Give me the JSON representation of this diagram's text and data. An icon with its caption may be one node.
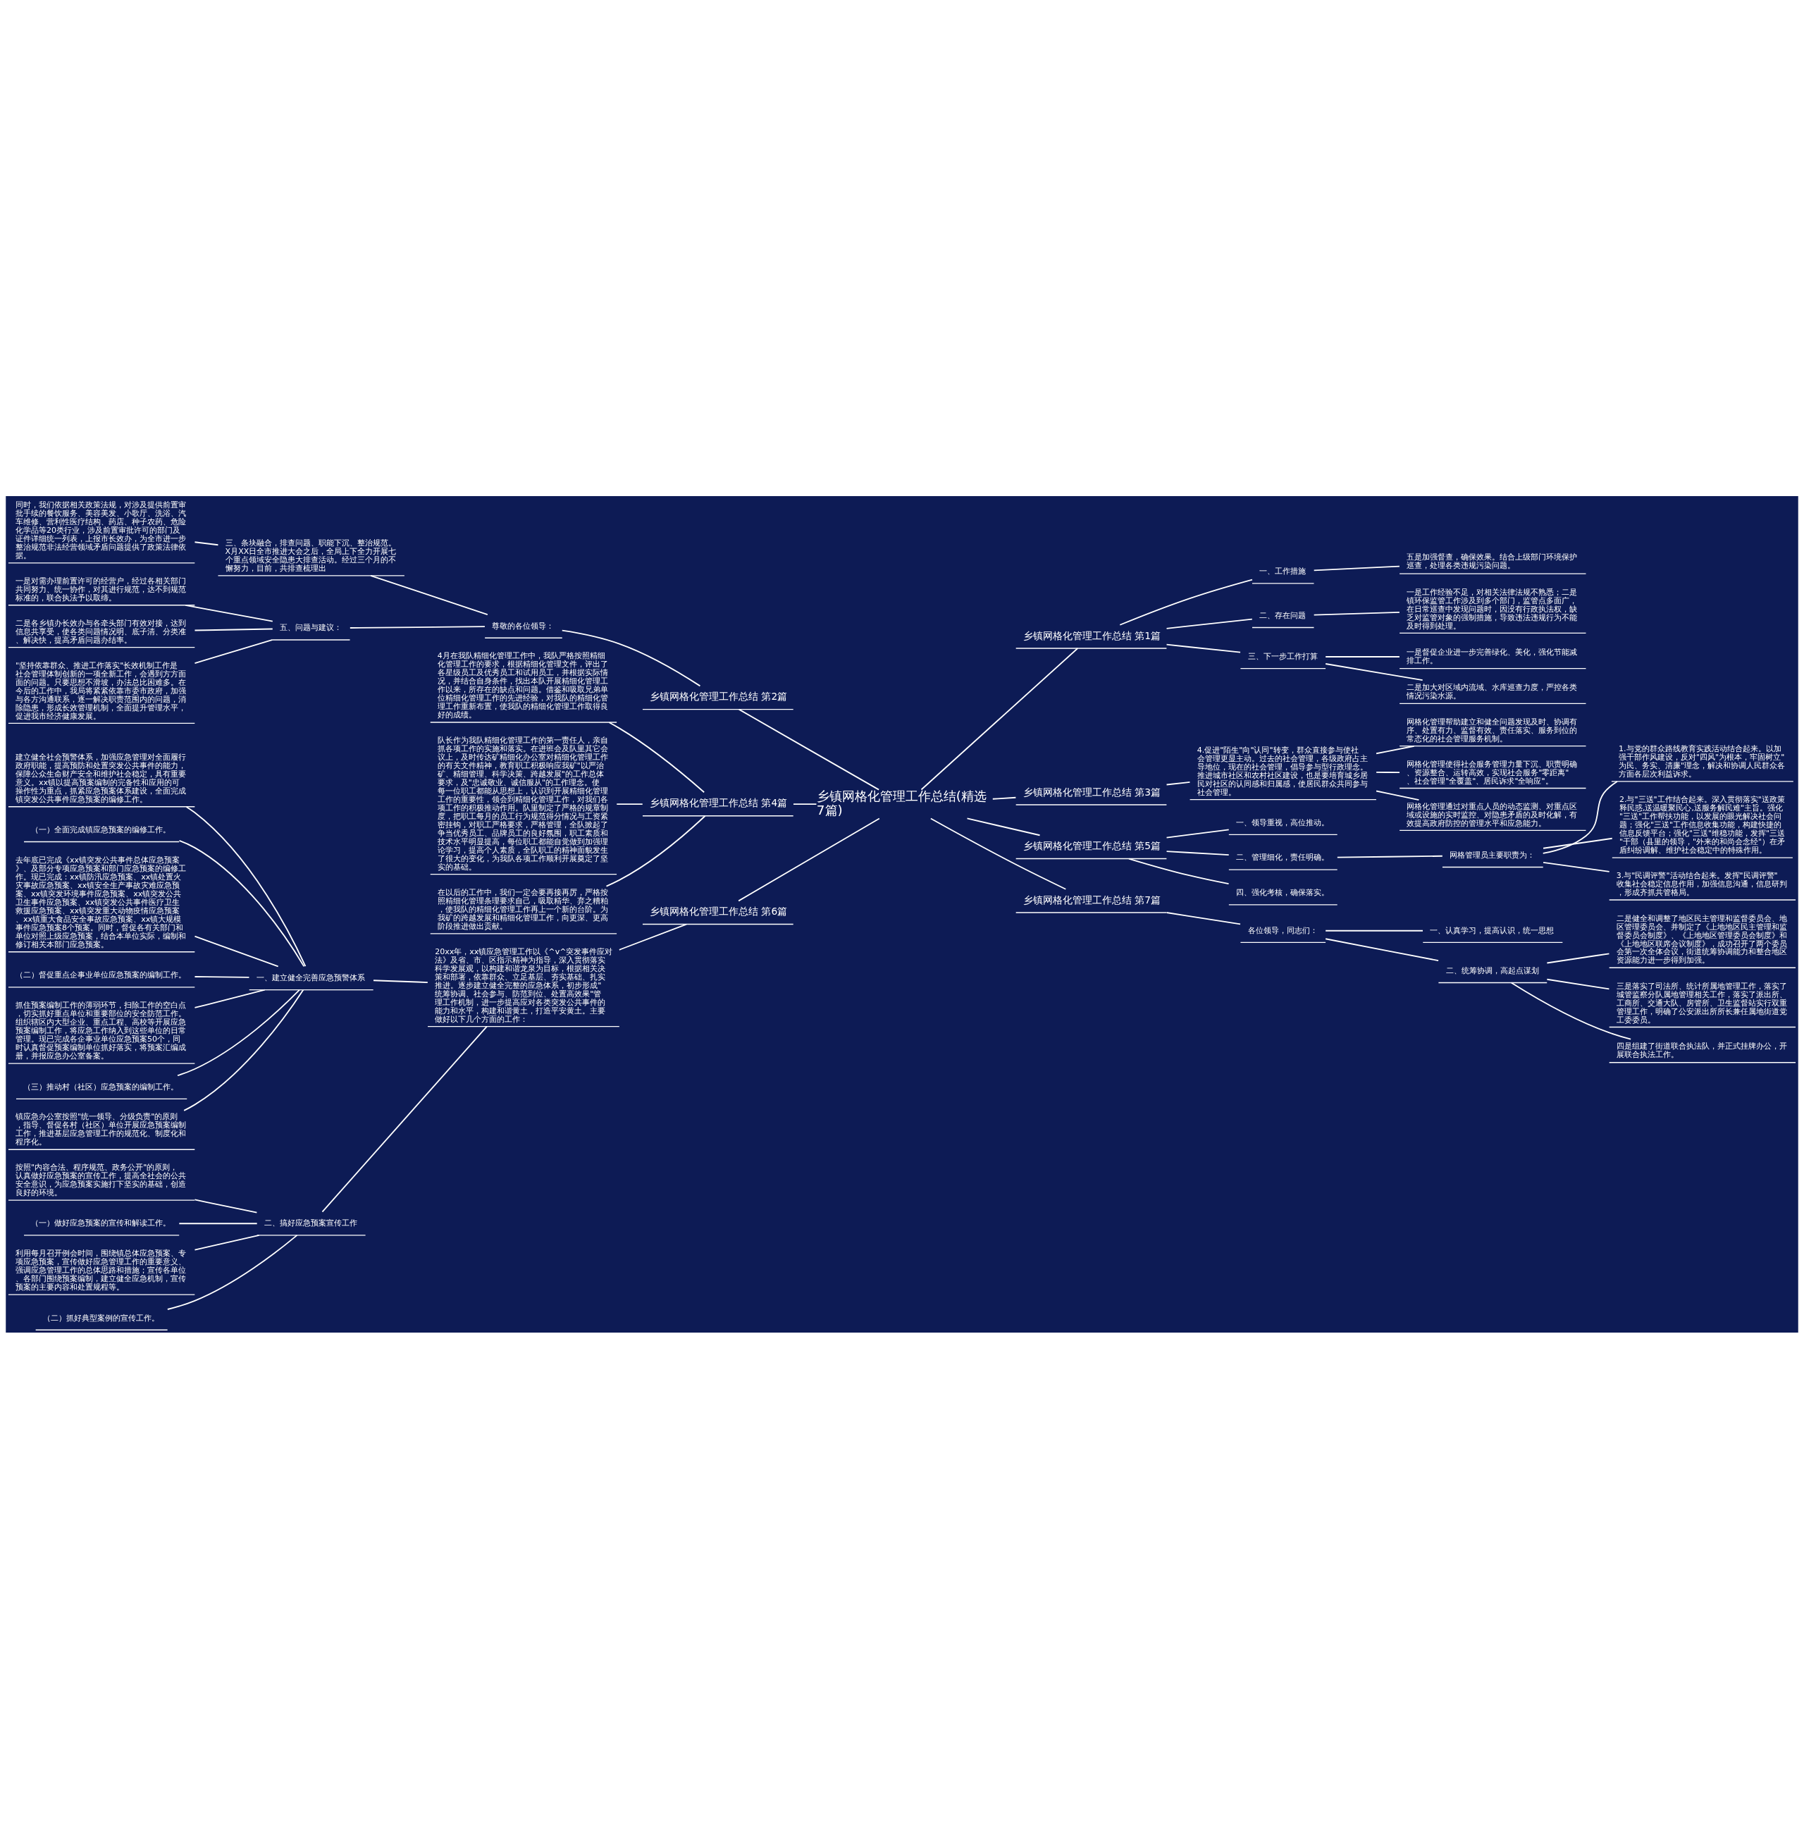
{
  "diagram": {
    "nodes": [
      {
        "text": [
          "乡镇网格化管理工作总结(精选7篇)"
        ]
      },
      {
        "text": [
          "乡镇网格化管理工作总结 第2篇"
        ]
      },
      {
        "text": [
          "尊敬的各位领导："
        ]
      },
      {
        "text": [
          "三、条块融合，排查问题、职能下沉、整治规范。X月XX日全市推进大会之后，全局上下全力开展七个重点领域安全隐患大排查活动。经过三个月的不懈努力，目前，共排查梳理出"
        ]
      },
      {
        "text": [
          "同时，我们依据相关政策法规，对涉及提供前置审批手续的餐饮服务、美容美发、小歌厅、洗浴、汽车维修、营利性医疗结构、药店、种子农药、危险化学品等20类行业，涉及前置审批许可的部门及证件详细统一列表，上报市长效办，为全市进一步整治规范非法经营领域矛盾问题提供了政策法律依据。"
        ]
      },
      {
        "text": [
          "五、问题与建议："
        ]
      },
      {
        "text": [
          "一是对需办理前置许可的经营户，经过各相关部门共同努力、统一协作，对其进行规范，达不到规范标准的，联合执法予以取缔。"
        ]
      },
      {
        "text": [
          "二是各乡镇办长效办与各牵头部门有效对接，达到信息共享受，使各类问题情况明、底子清、分类准、解决快，提高矛盾问题办结率。"
        ]
      },
      {
        "text": [
          "\"坚持依靠群众、推进工作落实\"长效机制工作是社会管理体制创新的一项全新工作，会遇到方方面面的问题。只要思想不滑坡，办法总比困难多。在今后的工作中，我局将紧紧依靠市委市政府，加强与各方沟通联系，逐一解决职责范围内的问题，消除隐患，形成长效管理机制，全面提升管理水平，促进我市经济健康发展。"
        ]
      },
      {
        "text": [
          "乡镇网格化管理工作总结 第4篇"
        ]
      },
      {
        "text": [
          "4月在我队精细化管理工作中，我队严格按照精细化管理工作的要求，根据精细化管理文件，评出了各星级员工及优秀员工和试用员工，并根据实际情况，并结合自身条件，找出本队开展精细化管理工作以来，所存在的缺点和问题。借鉴和吸取兄弟单位精细化管理工作的先进经验，对我队的精细化管理工作重新布置，使我队的精细化管理工作取得良好的成绩。"
        ]
      },
      {
        "text": [
          "队长作为我队精细化管理工作的第一责任人，亲自抓各项工作的实施和落实。在进班会及队里其它会议上，及时传达矿精细化办公室对精细化管理工作的有关文件精神，教育职工积极响应我矿\"以严治矿、精细管理、科学决策、跨越发展\"的工作总体要求，及\"忠诚敬业、诚信服从\"的工作理念。使每一位职工都能从思想上，认识到开展精细化管理工作的重要性，领会到精细化管理工作，对我们各项工作的积极推动作用。队里制定了严格的规章制度，把职工每月的员工行为规范得分情况与工资紧密挂钩，对职工严格要求，严格管理，全队掀起了争当优秀员工、品牌员工的良好氛围，职工素质和技术水平明显提高，每位职工都能自觉做到加强理论学习，提高个人素质，全队职工的精神面貌发生了很大的变化，为我队各项工作顺利开展奠定了坚实的基础。"
        ]
      },
      {
        "text": [
          "在以后的工作中，我们一定会要再接再厉，严格按照精细化管理条理要求自己，吸取精华、弃之糟粕，使我队的精细化管理工作再上一个新的台阶。为我矿的跨越发展和精细化管理工作，向更深、更高阶段推进做出贡献。"
        ]
      },
      {
        "text": [
          "乡镇网格化管理工作总结 第6篇"
        ]
      },
      {
        "text": [
          "20xx年，xx镇应急管理工作以《^v^突发事件应对法》及省、市、区指示精神为指导，深入贯彻落实科学发展观，以构建和谐龙泉为目标，根据相关决策和部署，依靠群众、立足基层、夯实基础、扎实推进。逐步建立健全完整的应急体系，初步形成\"统筹协调、社会参与、防范到位、处置高效果\"管理工作机制，进一步提高应对各类突发公共事件的能力和水平，构建和谐黄土，打造平安黄土。主要做好以下几个方面的工作："
        ]
      },
      {
        "text": [
          "一、建立健全完善应急预警体系"
        ]
      },
      {
        "text": [
          "建立健全社会预警体系，加强应急管理对全面履行政府职能，提高预防和处置突发公共事件的能力，保障公众生命财产安全和维护社会稳定，具有重要意义。xx镇以提高预案编制的完备性和应用的可操作性为重点，抓紧应急预案体系建设，全面完成镇突发公共事件应急预案的编修工作。"
        ]
      },
      {
        "text": [
          "（一）全面完成镇应急预案的编修工作。"
        ]
      },
      {
        "text": [
          "去年底已完成《xx镇突发公共事件总体应急预案》、及部分专项应急预案和部门应急预案的编修工作。现已完成：xx镇防汛应急预案、xx镇处置火灾事故应急预案、xx镇安全生产事故灾难应急预案、xx镇突发环境事件应急预案、xx镇突发公共卫生事件应急预案、xx镇突发公共事件医疗卫生救援应急预案、xx镇突发重大动物疫情应急预案、xx镇重大食品安全事故应急预案、xx镇大规模事件应急预案8个预案。同时，督促各有关部门和单位对照上级应急预案，结合本单位实际，编制和修订相关本部门应急预案。"
        ]
      },
      {
        "text": [
          "（二）督促重点企事业单位应急预案的编制工作。"
        ]
      },
      {
        "text": [
          "抓住预案编制工作的薄弱环节，扫除工作的空白点，切实抓好重点单位和重要部位的安全防范工作。组织辖区内大型企业、重点工程、高校等开展应急预案编制工作，将应急工作纳入到这些单位的日常管理。现已完成各企事业单位应急预案50个，同时认真督促预案编制单位抓好落实，将预案汇编成册，并报应急办公室备案。"
        ]
      },
      {
        "text": [
          "（三）推动村（社区）应急预案的编制工作。"
        ]
      },
      {
        "text": [
          "镇应急办公室按照\"统一领导、分级负责\"的原则，指导、督促各村（社区）单位开展应急预案编制工作，推进基层应急管理工作的规范化、制度化和程序化。"
        ]
      },
      {
        "text": [
          "二、搞好应急预案宣传工作"
        ]
      },
      {
        "text": [
          "按照\"内容合法、程序规范、政务公开\"的原则，认真做好应急预案的宣传工作，提高全社会的公共安全意识，为应急预案实施打下坚实的基础，创造良好的环境。"
        ]
      },
      {
        "text": [
          "（一）做好应急预案的宣传和解读工作。"
        ]
      },
      {
        "text": [
          "利用每月召开例会时间，围绕镇总体应急预案、专项应急预案，宣传做好应急管理工作的重要意义、强调应急管理工作的总体思路和措施；宣传各单位、各部门围绕预案编制，建立健全应急机制，宣传预案的主要内容和处置规程等。"
        ]
      },
      {
        "text": [
          "（二）抓好典型案例的宣传工作。"
        ]
      },
      {
        "text": [
          "乡镇网格化管理工作总结 第1篇"
        ]
      },
      {
        "text": [
          "一、工作措施"
        ]
      },
      {
        "text": [
          "五是加强督查，确保效果。结合上级部门环境保护巡查，处理各类违规污染问题。"
        ]
      },
      {
        "text": [
          "二、存在问题"
        ]
      },
      {
        "text": [
          "一是工作经验不足，对相关法律法规不熟悉；二是镇环保监管工作涉及到多个部门，监管点多面广，在日常巡查中发现问题时，因没有行政执法权，缺乏对监管对象的强制措施，导致违法违规行为不能及时得到处理。"
        ]
      },
      {
        "text": [
          "三、下一步工作打算"
        ]
      },
      {
        "text": [
          "一是督促企业进一步完善绿化、美化，强化节能减排工作。"
        ]
      },
      {
        "text": [
          "二是加大对区域内流域、水库巡查力度，严控各类情况污染水源。"
        ]
      },
      {
        "text": [
          "乡镇网格化管理工作总结 第3篇"
        ]
      },
      {
        "text": [
          "4.促进\"陌生\"向\"认同\"转变，群众直接参与使社会管理更显主动。过去的社会管理，各级政府占主导地位，现在的社会管理，倡导参与型行政理念。推进城市社区和农村社区建设，也是要培育城乡居民对社区的认同感和归属感，使居民群众共同参与社会管理。"
        ]
      },
      {
        "text": [
          "网格化管理帮助建立和健全问题发现及时、协调有序、处置有力、监督有效、责任落实、服务到位的常态化的社会管理服务机制。"
        ]
      },
      {
        "text": [
          "网格化管理使得社会服务管理力量下沉、职责明确、资源整合、运转高效，实现社会服务\"零距离\"、社会管理\"全覆盖\"、居民诉求\"全响应\"。"
        ]
      },
      {
        "text": [
          "网格化管理通过对重点人员的动态监测、对重点区域或设施的实时监控、对隐患矛盾的及时化解，有效提高政府防控的管理水平和应急能力。"
        ]
      },
      {
        "text": [
          "乡镇网格化管理工作总结 第5篇"
        ]
      },
      {
        "text": [
          "一、领导重视，高位推动。"
        ]
      },
      {
        "text": [
          "二、管理细化，责任明确。"
        ]
      },
      {
        "text": [
          "网格管理员主要职责为："
        ]
      },
      {
        "text": [
          "1.与党的群众路线教育实践活动结合起来。以加强干部作风建设，反对\"四风\"为根本，牢固树立\"为民、务实、清廉\"理念，解决和协调人民群众各方面各层次利益诉求。"
        ]
      },
      {
        "text": [
          "2.与\"三送\"工作结合起来。深入贯彻落实\"送政策释民惑,送温暖聚民心,送服务解民难\"主旨。强化\"三送\"工作帮扶功能，以发展的眼光解决社会问题；强化\"三送\"工作信息收集功能，构建快捷的信息反馈平台；强化\"三送\"维稳功能，发挥\"三送\"干部（县里的领导，\"外来的和尚会念经\"）在矛盾纠纷调解、维护社会稳定中的特殊作用。"
        ]
      },
      {
        "text": [
          "3.与\"民调评警\"活动结合起来。发挥\"民调评警\"收集社会稳定信息作用，加强信息沟通，信息研判，形成齐抓共管格局。"
        ]
      },
      {
        "text": [
          "四、强化考核，确保落实。"
        ]
      },
      {
        "text": [
          "乡镇网格化管理工作总结 第7篇"
        ]
      },
      {
        "text": [
          "各位领导，同志们："
        ]
      },
      {
        "text": [
          "一、认真学习，提高认识，统一思想"
        ]
      },
      {
        "text": [
          "二、统筹协调，高起点谋划"
        ]
      },
      {
        "text": [
          "二是健全和调整了地区民主管理和监督委员会、地区管理委员会、并制定了《上地地区民主管理和监督委员会制度》、《上地地区管理委员会制度》和《上地地区联席会议制度》，成功召开了两个委员会第一次全体会议，街道统筹协调能力和整合地区资源能力进一步得到加强。"
        ]
      },
      {
        "text": [
          "三是落实了司法所、统计所属地管理工作，落实了城管监察分队属地管理相关工作，落实了派出所、工商所、交通大队、房管所、卫生监督站实行双重管理工作，明确了公安派出所所长兼任属地街道党工委委员。"
        ]
      },
      {
        "text": [
          "四是组建了街道联合执法队，并正式挂牌办公，开展联合执法工作。"
        ]
      }
    ],
    "edges": [
      {
        "from": 0,
        "to": 1,
        "arrow": "none"
      },
      {
        "from": 1,
        "to": 2,
        "arrow": "none"
      },
      {
        "from": 2,
        "to": 3,
        "arrow": "none"
      },
      {
        "from": 3,
        "to": 4,
        "arrow": "none"
      },
      {
        "from": 2,
        "to": 5,
        "arrow": "none"
      },
      {
        "from": 5,
        "to": 6,
        "arrow": "none"
      },
      {
        "from": 5,
        "to": 7,
        "arrow": "none"
      },
      {
        "from": 5,
        "to": 8,
        "arrow": "none"
      },
      {
        "from": 0,
        "to": 9,
        "arrow": "none"
      },
      {
        "from": 9,
        "to": 10,
        "arrow": "none"
      },
      {
        "from": 9,
        "to": 11,
        "arrow": "none"
      },
      {
        "from": 9,
        "to": 12,
        "arrow": "none"
      },
      {
        "from": 0,
        "to": 13,
        "arrow": "none"
      },
      {
        "from": 13,
        "to": 14,
        "arrow": "none"
      },
      {
        "from": 14,
        "to": 15,
        "arrow": "none"
      },
      {
        "from": 15,
        "to": 16,
        "arrow": "none"
      },
      {
        "from": 15,
        "to": 17,
        "arrow": "none"
      },
      {
        "from": 15,
        "to": 18,
        "arrow": "none"
      },
      {
        "from": 15,
        "to": 19,
        "arrow": "none"
      },
      {
        "from": 15,
        "to": 20,
        "arrow": "none"
      },
      {
        "from": 15,
        "to": 21,
        "arrow": "none"
      },
      {
        "from": 15,
        "to": 22,
        "arrow": "none"
      },
      {
        "from": 14,
        "to": 23,
        "arrow": "none"
      },
      {
        "from": 23,
        "to": 24,
        "arrow": "none"
      },
      {
        "from": 23,
        "to": 25,
        "arrow": "none"
      },
      {
        "from": 23,
        "to": 26,
        "arrow": "none"
      },
      {
        "from": 23,
        "to": 27,
        "arrow": "none"
      },
      {
        "from": 0,
        "to": 28,
        "arrow": "none"
      },
      {
        "from": 28,
        "to": 29,
        "arrow": "none"
      },
      {
        "from": 29,
        "to": 30,
        "arrow": "none"
      },
      {
        "from": 28,
        "to": 31,
        "arrow": "none"
      },
      {
        "from": 31,
        "to": 32,
        "arrow": "none"
      },
      {
        "from": 28,
        "to": 33,
        "arrow": "none"
      },
      {
        "from": 33,
        "to": 34,
        "arrow": "none"
      },
      {
        "from": 33,
        "to": 35,
        "arrow": "none"
      },
      {
        "from": 0,
        "to": 36,
        "arrow": "none"
      },
      {
        "from": 36,
        "to": 37,
        "arrow": "none"
      },
      {
        "from": 37,
        "to": 38,
        "arrow": "none"
      },
      {
        "from": 37,
        "to": 39,
        "arrow": "none"
      },
      {
        "from": 37,
        "to": 40,
        "arrow": "none"
      },
      {
        "from": 0,
        "to": 41,
        "arrow": "none"
      },
      {
        "from": 41,
        "to": 42,
        "arrow": "none"
      },
      {
        "from": 41,
        "to": 43,
        "arrow": "none"
      },
      {
        "from": 43,
        "to": 44,
        "arrow": "none"
      },
      {
        "from": 44,
        "to": 45,
        "arrow": "none"
      },
      {
        "from": 44,
        "to": 46,
        "arrow": "none"
      },
      {
        "from": 44,
        "to": 47,
        "arrow": "none"
      },
      {
        "from": 41,
        "to": 48,
        "arrow": "none"
      },
      {
        "from": 0,
        "to": 49,
        "arrow": "none"
      },
      {
        "from": 49,
        "to": 50,
        "arrow": "none"
      },
      {
        "from": 50,
        "to": 51,
        "arrow": "none"
      },
      {
        "from": 50,
        "to": 52,
        "arrow": "none"
      },
      {
        "from": 52,
        "to": 53,
        "arrow": "none"
      },
      {
        "from": 52,
        "to": 54,
        "arrow": "none"
      },
      {
        "from": 52,
        "to": 55,
        "arrow": "none"
      }
    ]
  }
}
